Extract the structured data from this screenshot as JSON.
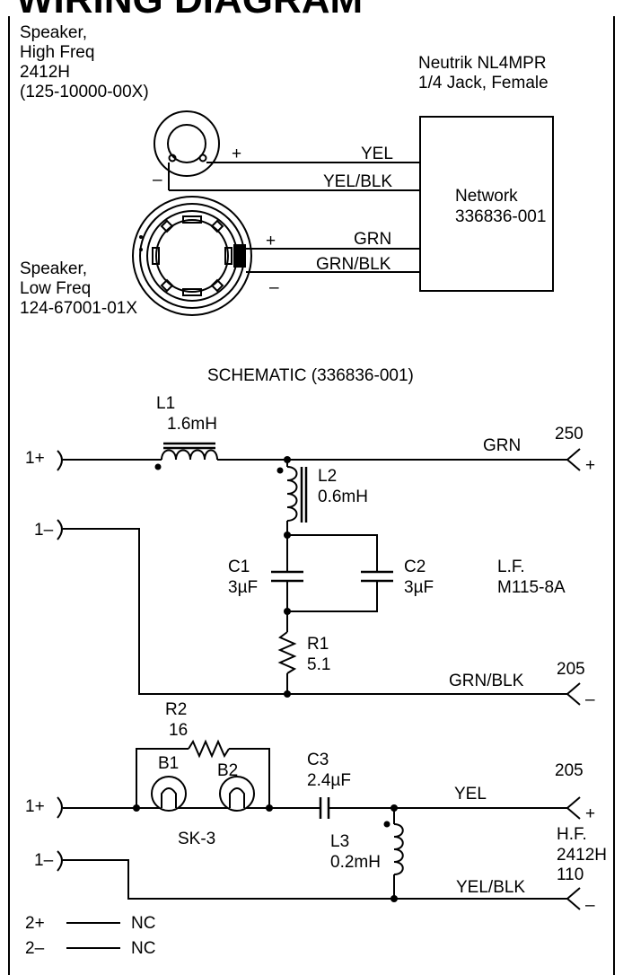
{
  "title": "WIRING DIAGRAM",
  "wiring": {
    "hf_speaker": [
      "Speaker,",
      "High Freq",
      "2412H",
      "(125-10000-00X)"
    ],
    "lf_speaker": [
      "Speaker,",
      "Low Freq",
      "124-67001-01X"
    ],
    "jack": [
      "Neutrik NL4MPR",
      "1/4 Jack, Female"
    ],
    "network": [
      "Network",
      "336836-001"
    ],
    "wires": [
      "YEL",
      "YEL/BLK",
      "GRN",
      "GRN/BLK"
    ],
    "plus": "+",
    "minus": "–"
  },
  "schematic": {
    "title": "SCHEMATIC  (336836-001)",
    "in_plus": "1+",
    "in_minus": "1–",
    "L1": [
      "L1",
      "1.6mH"
    ],
    "L2": [
      "L2",
      "0.6mH"
    ],
    "C1": [
      "C1",
      "3µF"
    ],
    "C2": [
      "C2",
      "3µF"
    ],
    "R1": [
      "R1",
      "5.1"
    ],
    "R2": [
      "R2",
      "16"
    ],
    "B1": "B1",
    "B2": "B2",
    "SK": "SK-3",
    "C3": [
      "C3",
      "2.4µF"
    ],
    "L3": [
      "L3",
      "0.2mH"
    ],
    "lf": [
      "L.F.",
      "M115-8A"
    ],
    "hf": [
      "H.F.",
      "2412H"
    ],
    "grn": "GRN",
    "grn_blk": "GRN/BLK",
    "yel": "YEL",
    "yel_blk": "YEL/BLK",
    "pin_250": "250",
    "pin_205a": "205",
    "pin_205b": "205",
    "pin_110": "110",
    "out_plus": "+",
    "out_minus": "–",
    "nc_plus": "2+",
    "nc_minus": "2–",
    "nc": "NC"
  }
}
